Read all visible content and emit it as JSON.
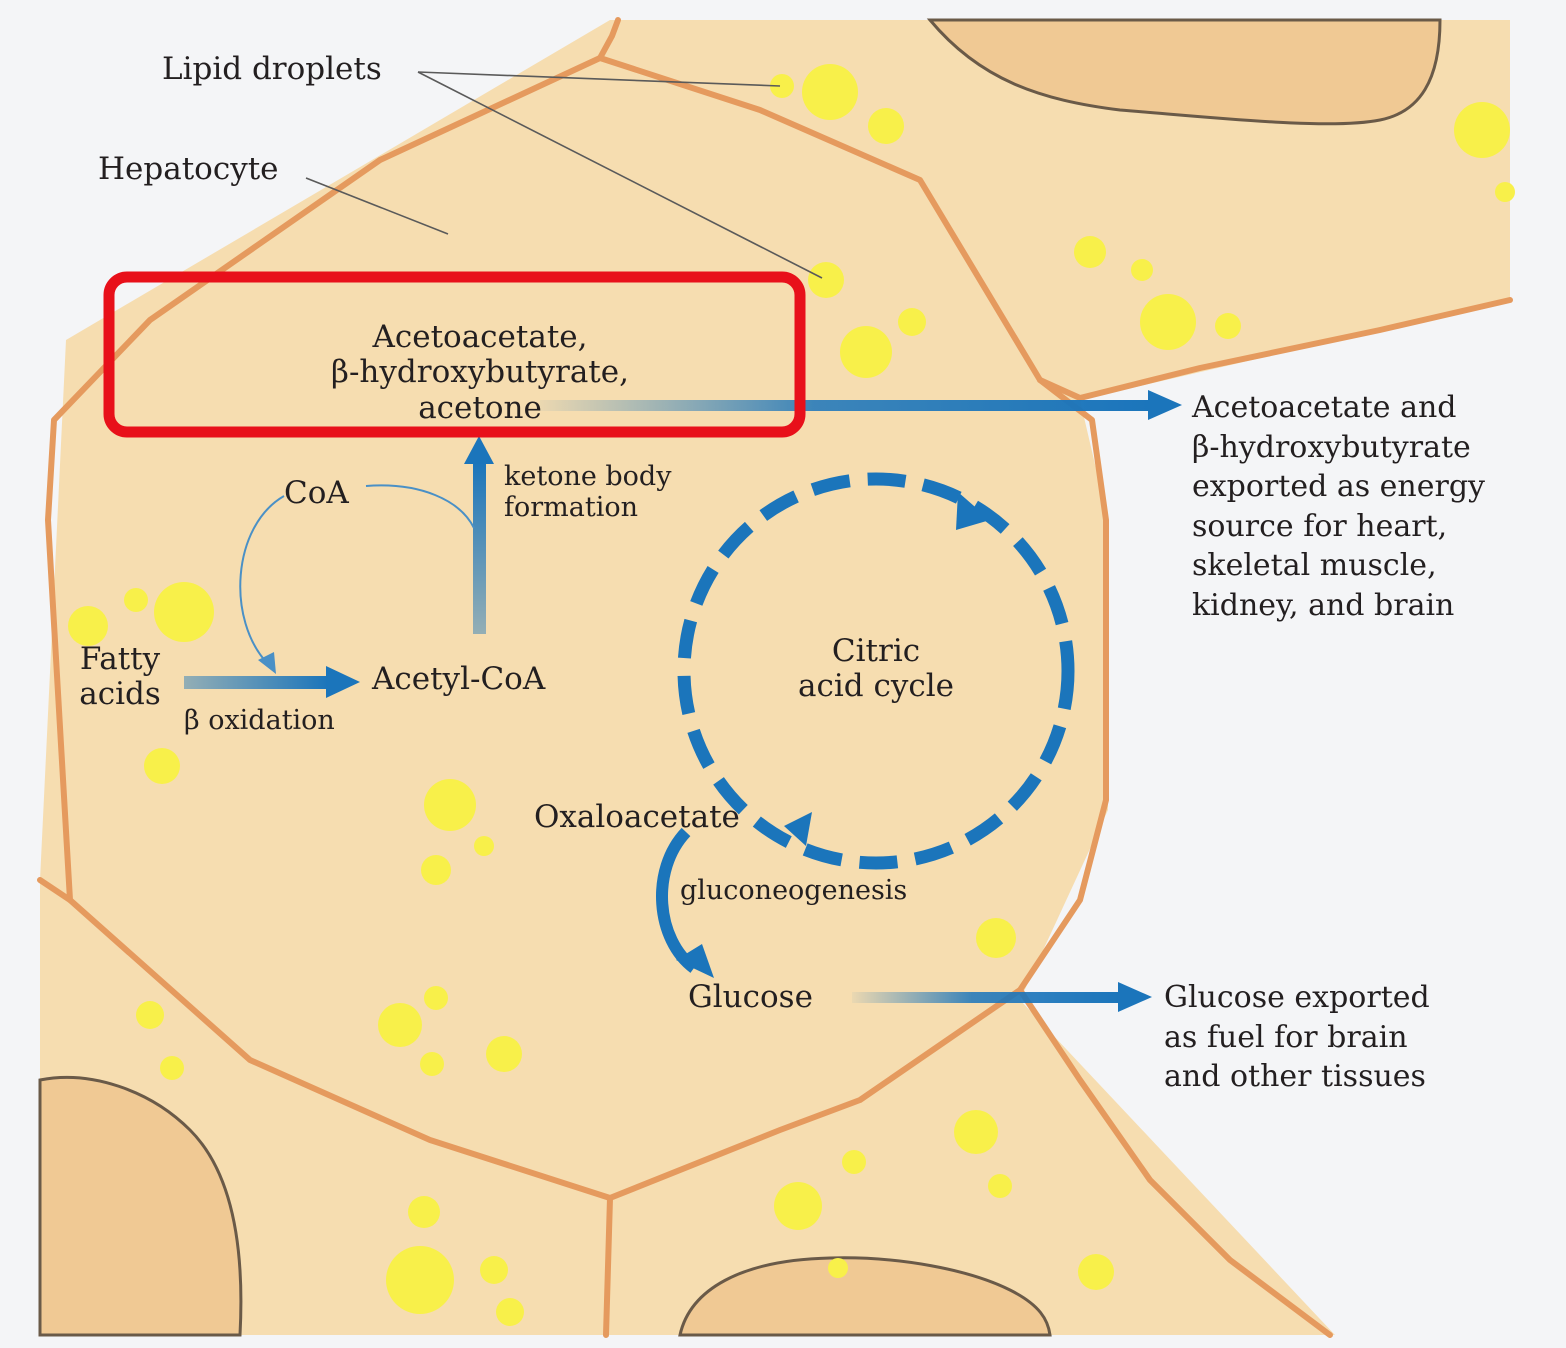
{
  "labels": {
    "lipid_droplets": "Lipid droplets",
    "hepatocyte": "Hepatocyte",
    "ketone_bodies": [
      "Acetoacetate,",
      "β-hydroxybutyrate,",
      "acetone"
    ],
    "ketone_body_formation": [
      "ketone body",
      "formation"
    ],
    "coa": "CoA",
    "fatty_acids": [
      "Fatty",
      "acids"
    ],
    "beta_oxidation": "β oxidation",
    "acetyl_coa": "Acetyl-CoA",
    "citric_acid_cycle": [
      "Citric",
      "acid cycle"
    ],
    "oxaloacetate": "Oxaloacetate",
    "gluconeogenesis": "gluconeogenesis",
    "glucose": "Glucose",
    "ketone_export": [
      "Acetoacetate and",
      "β-hydroxybutyrate",
      "exported as energy",
      "source for heart,",
      "skeletal muscle,",
      "kidney, and brain"
    ],
    "glucose_export": [
      "Glucose exported",
      "as fuel for brain",
      "and other tissues"
    ]
  },
  "colors": {
    "cell_fill": "#f6ddb0",
    "cell_border": "#e59a5e",
    "lipid_droplet": "#f8f04a",
    "pathway_arrow": "#1b75bb",
    "highlight_box": "#e8101a",
    "background": "#f4f5f7"
  },
  "highlight": {
    "target": "ketone_bodies"
  }
}
